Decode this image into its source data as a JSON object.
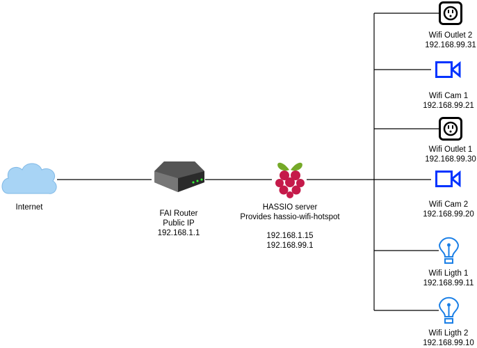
{
  "colors": {
    "line": "#000000",
    "camera": "#0033ff",
    "bulb": "#1a7fe6",
    "cloud": "#a8d4f5",
    "raspberry": "#c51a4a",
    "leaf": "#75a928"
  },
  "internet": {
    "label": "Internet",
    "icon": "cloud-icon"
  },
  "router": {
    "icon": "router-icon",
    "lines": [
      "FAI Router",
      "Public IP",
      "192.168.1.1"
    ]
  },
  "server": {
    "icon": "raspberry-pi-icon",
    "lines": [
      "HASSIO server",
      "Provides hassio-wifi-hotspot"
    ],
    "ips": [
      "192.168.1.15",
      "192.168.99.1"
    ]
  },
  "devices": [
    {
      "name": "Wifi Outlet 2",
      "ip": "192.168.99.31",
      "icon": "outlet-icon"
    },
    {
      "name": "Wifi Cam 1",
      "ip": "192.168.99.21",
      "icon": "camera-icon"
    },
    {
      "name": "Wifi Outlet 1",
      "ip": "192.168.99.30",
      "icon": "outlet-icon"
    },
    {
      "name": "Wifi Cam 2",
      "ip": "192.168.99.20",
      "icon": "camera-icon"
    },
    {
      "name": "Wifi Ligth 1",
      "ip": "192.168.99.11",
      "icon": "lightbulb-icon"
    },
    {
      "name": "Wifi Ligth 2",
      "ip": "192.168.99.10",
      "icon": "lightbulb-icon"
    }
  ]
}
